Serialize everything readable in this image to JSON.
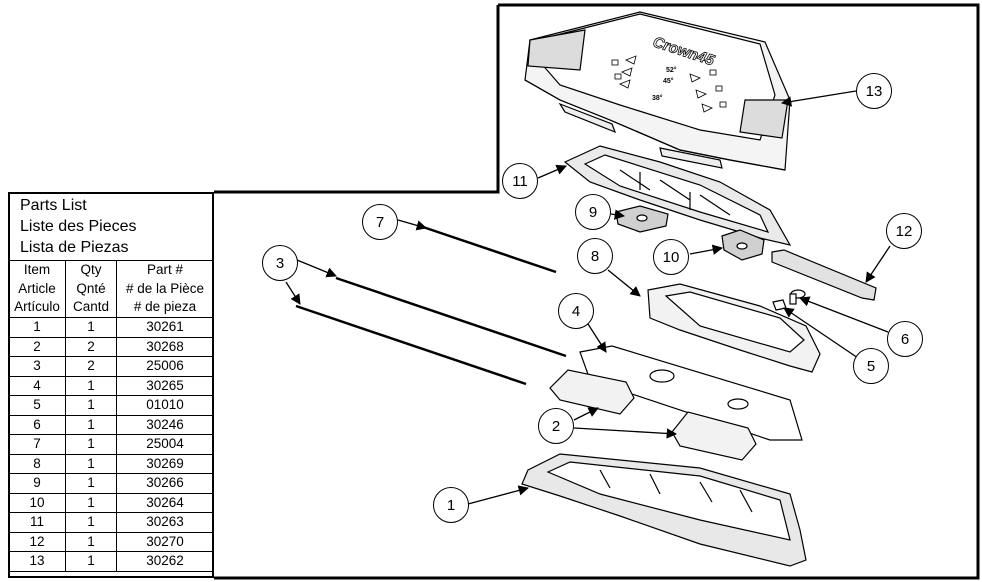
{
  "parts_list": {
    "title_lines": [
      "Parts List",
      "Liste des Pieces",
      "Lista de Piezas"
    ],
    "headers": [
      [
        "Item",
        "Article",
        "Artículo"
      ],
      [
        "Qty",
        "Qnté",
        "Cantd"
      ],
      [
        "Part #",
        "# de la Pièce",
        "# de pieza"
      ]
    ],
    "rows": [
      [
        "1",
        "1",
        "30261"
      ],
      [
        "2",
        "2",
        "30268"
      ],
      [
        "3",
        "2",
        "25006"
      ],
      [
        "4",
        "1",
        "30265"
      ],
      [
        "5",
        "1",
        "01010"
      ],
      [
        "6",
        "1",
        "30246"
      ],
      [
        "7",
        "1",
        "25004"
      ],
      [
        "8",
        "1",
        "30269"
      ],
      [
        "9",
        "1",
        "30266"
      ],
      [
        "10",
        "1",
        "30264"
      ],
      [
        "11",
        "1",
        "30263"
      ],
      [
        "12",
        "1",
        "30270"
      ],
      [
        "13",
        "1",
        "30262"
      ]
    ]
  },
  "product_label": {
    "brand": "Crown45",
    "angles": [
      "52°",
      "45°",
      "38°"
    ]
  },
  "callouts": [
    "1",
    "2",
    "3",
    "4",
    "5",
    "6",
    "7",
    "8",
    "9",
    "10",
    "11",
    "12",
    "13"
  ]
}
